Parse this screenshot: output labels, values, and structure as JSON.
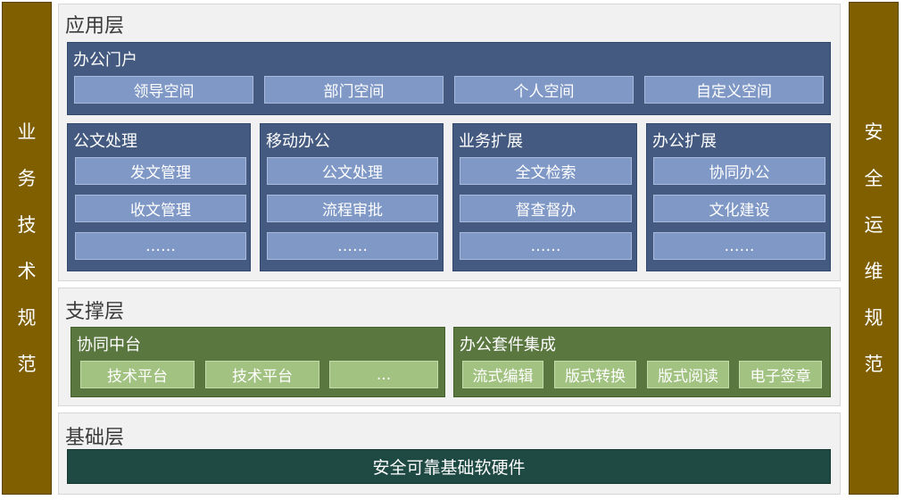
{
  "left_spec": [
    "业",
    "务",
    "技",
    "术",
    "规",
    "范"
  ],
  "right_spec": [
    "安",
    "全",
    "运",
    "维",
    "规",
    "范"
  ],
  "app_layer": {
    "title": "应用层",
    "portal": {
      "title": "办公门户",
      "items": [
        "领导空间",
        "部门空间",
        "个人空间",
        "自定义空间"
      ]
    },
    "modules": [
      {
        "title": "公文处理",
        "items": [
          "发文管理",
          "收文管理",
          "……"
        ]
      },
      {
        "title": "移动办公",
        "items": [
          "公文处理",
          "流程审批",
          "……"
        ]
      },
      {
        "title": "业务扩展",
        "items": [
          "全文检索",
          "督查督办",
          "……"
        ]
      },
      {
        "title": "办公扩展",
        "items": [
          "协同办公",
          "文化建设",
          "……"
        ]
      }
    ]
  },
  "support_layer": {
    "title": "支撑层",
    "collab": {
      "title": "协同中台",
      "items": [
        "技术平台",
        "技术平台",
        "..."
      ]
    },
    "suite": {
      "title": "办公套件集成",
      "items": [
        "流式编辑",
        "版式转换",
        "版式阅读",
        "电子签章"
      ]
    }
  },
  "base_layer": {
    "title": "基础层",
    "bar": "安全可靠基础软硬件"
  },
  "colors": {
    "side": "#7f5f00",
    "blue_panel": "#445a80",
    "blue_cell": "#7f98c6",
    "green_panel": "#5a7740",
    "green_cell": "#a1c280",
    "base_bar": "#1f4a44",
    "layer_bg": "#f1f1f1"
  }
}
